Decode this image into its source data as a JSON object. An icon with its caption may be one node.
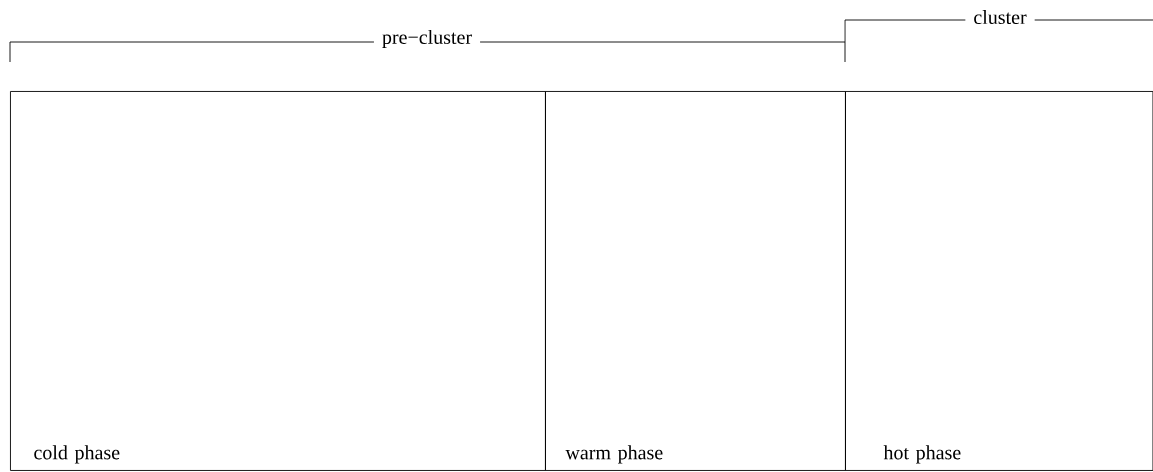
{
  "diagram": {
    "nodes": [
      {
        "text": [
          "cold phase"
        ]
      },
      {
        "text": [
          "warm phase"
        ]
      },
      {
        "text": [
          "hot phase"
        ]
      }
    ],
    "labels": [
      "pre−cluster",
      "cluster"
    ]
  }
}
